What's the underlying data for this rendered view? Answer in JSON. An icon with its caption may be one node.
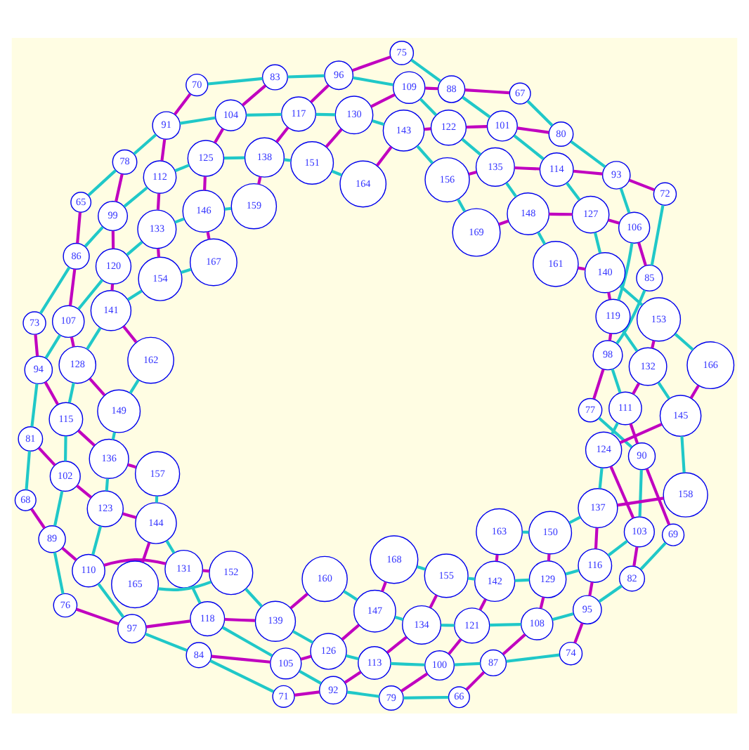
{
  "diagram": {
    "nodes": [
      {
        "text": [
          "65"
        ]
      },
      {
        "text": [
          "66"
        ]
      },
      {
        "text": [
          "67"
        ]
      },
      {
        "text": [
          "68"
        ]
      },
      {
        "text": [
          "69"
        ]
      },
      {
        "text": [
          "70"
        ]
      },
      {
        "text": [
          "71"
        ]
      },
      {
        "text": [
          "72"
        ]
      },
      {
        "text": [
          "73"
        ]
      },
      {
        "text": [
          "74"
        ]
      },
      {
        "text": [
          "75"
        ]
      },
      {
        "text": [
          "76"
        ]
      },
      {
        "text": [
          "77"
        ]
      },
      {
        "text": [
          "78"
        ]
      },
      {
        "text": [
          "79"
        ]
      },
      {
        "text": [
          "80"
        ]
      },
      {
        "text": [
          "81"
        ]
      },
      {
        "text": [
          "82"
        ]
      },
      {
        "text": [
          "83"
        ]
      },
      {
        "text": [
          "84"
        ]
      },
      {
        "text": [
          "85"
        ]
      },
      {
        "text": [
          "86"
        ]
      },
      {
        "text": [
          "87"
        ]
      },
      {
        "text": [
          "88"
        ]
      },
      {
        "text": [
          "89"
        ]
      },
      {
        "text": [
          "90"
        ]
      },
      {
        "text": [
          "91"
        ]
      },
      {
        "text": [
          "92"
        ]
      },
      {
        "text": [
          "93"
        ]
      },
      {
        "text": [
          "94"
        ]
      },
      {
        "text": [
          "95"
        ]
      },
      {
        "text": [
          "96"
        ]
      },
      {
        "text": [
          "97"
        ]
      },
      {
        "text": [
          "98"
        ]
      },
      {
        "text": [
          "99"
        ]
      },
      {
        "text": [
          "100"
        ]
      },
      {
        "text": [
          "101"
        ]
      },
      {
        "text": [
          "102"
        ]
      },
      {
        "text": [
          "103"
        ]
      },
      {
        "text": [
          "104"
        ]
      },
      {
        "text": [
          "105"
        ]
      },
      {
        "text": [
          "106"
        ]
      },
      {
        "text": [
          "107"
        ]
      },
      {
        "text": [
          "108"
        ]
      },
      {
        "text": [
          "109"
        ]
      },
      {
        "text": [
          "110"
        ]
      },
      {
        "text": [
          "111"
        ]
      },
      {
        "text": [
          "112"
        ]
      },
      {
        "text": [
          "113"
        ]
      },
      {
        "text": [
          "114"
        ]
      },
      {
        "text": [
          "115"
        ]
      },
      {
        "text": [
          "116"
        ]
      },
      {
        "text": [
          "117"
        ]
      },
      {
        "text": [
          "118"
        ]
      },
      {
        "text": [
          "119"
        ]
      },
      {
        "text": [
          "120"
        ]
      },
      {
        "text": [
          "121"
        ]
      },
      {
        "text": [
          "122"
        ]
      },
      {
        "text": [
          "123"
        ]
      },
      {
        "text": [
          "124"
        ]
      },
      {
        "text": [
          "125"
        ]
      },
      {
        "text": [
          "126"
        ]
      },
      {
        "text": [
          "127"
        ]
      },
      {
        "text": [
          "128"
        ]
      },
      {
        "text": [
          "129"
        ]
      },
      {
        "text": [
          "130"
        ]
      },
      {
        "text": [
          "131"
        ]
      },
      {
        "text": [
          "132"
        ]
      },
      {
        "text": [
          "133"
        ]
      },
      {
        "text": [
          "134"
        ]
      },
      {
        "text": [
          "135"
        ]
      },
      {
        "text": [
          "136"
        ]
      },
      {
        "text": [
          "137"
        ]
      },
      {
        "text": [
          "138"
        ]
      },
      {
        "text": [
          "139"
        ]
      },
      {
        "text": [
          "140"
        ]
      },
      {
        "text": [
          "141"
        ]
      },
      {
        "text": [
          "142"
        ]
      },
      {
        "text": [
          "143"
        ]
      },
      {
        "text": [
          "144"
        ]
      },
      {
        "text": [
          "145"
        ]
      },
      {
        "text": [
          "146"
        ]
      },
      {
        "text": [
          "147"
        ]
      },
      {
        "text": [
          "148"
        ]
      },
      {
        "text": [
          "149"
        ]
      },
      {
        "text": [
          "150"
        ]
      },
      {
        "text": [
          "151"
        ]
      },
      {
        "text": [
          "152"
        ]
      },
      {
        "text": [
          "153"
        ]
      },
      {
        "text": [
          "154"
        ]
      },
      {
        "text": [
          "155"
        ]
      },
      {
        "text": [
          "156"
        ]
      },
      {
        "text": [
          "157"
        ]
      },
      {
        "text": [
          "158"
        ]
      },
      {
        "text": [
          "159"
        ]
      },
      {
        "text": [
          "160"
        ]
      },
      {
        "text": [
          "161"
        ]
      },
      {
        "text": [
          "162"
        ]
      },
      {
        "text": [
          "163"
        ]
      },
      {
        "text": [
          "164"
        ]
      },
      {
        "text": [
          "165"
        ]
      },
      {
        "text": [
          "166"
        ]
      },
      {
        "text": [
          "167"
        ]
      },
      {
        "text": [
          "168"
        ]
      },
      {
        "text": [
          "169"
        ]
      }
    ],
    "edges": [
      {
        "from": 98,
        "to": 85,
        "arrow": "none",
        "color": "#20c8c8"
      },
      {
        "from": 98,
        "to": 77,
        "arrow": "none",
        "color": "#c000c0"
      },
      {
        "from": 85,
        "to": 64,
        "arrow": "none",
        "color": "#c000c0"
      },
      {
        "from": 85,
        "to": 72,
        "arrow": "none",
        "color": "#20c8c8"
      },
      {
        "from": 64,
        "to": 77,
        "arrow": "none",
        "color": "#20c8c8"
      },
      {
        "from": 64,
        "to": 51,
        "arrow": "none",
        "color": "#20c8c8"
      },
      {
        "from": 64,
        "to": 43,
        "arrow": "none",
        "color": "#c000c0"
      },
      {
        "from": 93,
        "to": 72,
        "arrow": "none",
        "color": "#c000c0"
      },
      {
        "from": 93,
        "to": 80,
        "arrow": "none",
        "color": "#20c8c8"
      },
      {
        "from": 72,
        "to": 59,
        "arrow": "none",
        "color": "#20c8c8"
      },
      {
        "from": 72,
        "to": 51,
        "arrow": "none",
        "color": "#c000c0"
      },
      {
        "from": 51,
        "to": 38,
        "arrow": "none",
        "color": "#20c8c8"
      },
      {
        "from": 51,
        "to": 30,
        "arrow": "none",
        "color": "#c000c0"
      },
      {
        "from": 43,
        "to": 30,
        "arrow": "none",
        "color": "#20c8c8"
      },
      {
        "from": 43,
        "to": 22,
        "arrow": "none",
        "color": "#c000c0"
      },
      {
        "from": 30,
        "to": 9,
        "arrow": "none",
        "color": "#c000c0"
      },
      {
        "from": 9,
        "to": 22,
        "arrow": "none",
        "color": "#20c8c8"
      },
      {
        "from": 101,
        "to": 80,
        "arrow": "none",
        "color": "#c000c0"
      },
      {
        "from": 101,
        "to": 88,
        "arrow": "none",
        "color": "#20c8c8"
      },
      {
        "from": 80,
        "to": 59,
        "arrow": "none",
        "color": "#c000c0"
      },
      {
        "from": 80,
        "to": 67,
        "arrow": "none",
        "color": "#20c8c8"
      },
      {
        "from": 59,
        "to": 38,
        "arrow": "none",
        "color": "#c000c0"
      },
      {
        "from": 59,
        "to": 46,
        "arrow": "none",
        "color": "#20c8c8"
      },
      {
        "from": 38,
        "to": 25,
        "arrow": "none",
        "color": "#20c8c8"
      },
      {
        "from": 38,
        "to": 17,
        "arrow": "none",
        "color": "#c000c0"
      },
      {
        "from": 30,
        "to": 17,
        "arrow": "none",
        "color": "#20c8c8"
      },
      {
        "from": 17,
        "to": 4,
        "arrow": "none",
        "color": "#20c8c8"
      },
      {
        "from": 88,
        "to": 67,
        "arrow": "none",
        "color": "#c000c0"
      },
      {
        "from": 88,
        "to": 75,
        "arrow": "none",
        "color": "#20c8c8"
      },
      {
        "from": 67,
        "to": 46,
        "arrow": "none",
        "color": "#c000c0"
      },
      {
        "from": 67,
        "to": 54,
        "arrow": "none",
        "color": "#20c8c8"
      },
      {
        "from": 46,
        "to": 25,
        "arrow": "none",
        "color": "#c000c0"
      },
      {
        "from": 46,
        "to": 33,
        "arrow": "none",
        "color": "#20c8c8"
      },
      {
        "from": 25,
        "to": 12,
        "arrow": "none",
        "color": "#20c8c8"
      },
      {
        "from": 25,
        "to": 4,
        "arrow": "none",
        "color": "#c000c0"
      },
      {
        "from": 33,
        "to": 12,
        "arrow": "none",
        "color": "#c000c0"
      },
      {
        "from": 54,
        "to": 33,
        "arrow": "none",
        "color": "#c000c0"
      },
      {
        "from": 54,
        "to": 75,
        "arrow": "none",
        "color": "#c000c0"
      },
      {
        "from": 54,
        "to": 41,
        "arrow": "none",
        "color": "#20c8c8"
      },
      {
        "from": 33,
        "to": 20,
        "arrow": "none",
        "color": "#20c8c8"
      },
      {
        "from": 20,
        "to": 41,
        "arrow": "none",
        "color": "#c000c0"
      },
      {
        "from": 20,
        "to": 7,
        "arrow": "none",
        "color": "#20c8c8"
      },
      {
        "from": 75,
        "to": 96,
        "arrow": "none",
        "color": "#c000c0"
      },
      {
        "from": 75,
        "to": 62,
        "arrow": "none",
        "color": "#20c8c8"
      },
      {
        "from": 77,
        "to": 90,
        "arrow": "none",
        "color": "#20c8c8"
      },
      {
        "from": 77,
        "to": 56,
        "arrow": "none",
        "color": "#c000c0"
      },
      {
        "from": 90,
        "to": 103,
        "arrow": "none",
        "color": "#20c8c8"
      },
      {
        "from": 90,
        "to": 69,
        "arrow": "none",
        "color": "#c000c0"
      },
      {
        "from": 103,
        "to": 82,
        "arrow": "none",
        "color": "#c000c0"
      },
      {
        "from": 56,
        "to": 69,
        "arrow": "none",
        "color": "#20c8c8"
      },
      {
        "from": 56,
        "to": 43,
        "arrow": "none",
        "color": "#20c8c8"
      },
      {
        "from": 56,
        "to": 35,
        "arrow": "none",
        "color": "#c000c0"
      },
      {
        "from": 69,
        "to": 82,
        "arrow": "none",
        "color": "#20c8c8"
      },
      {
        "from": 69,
        "to": 48,
        "arrow": "none",
        "color": "#c000c0"
      },
      {
        "from": 82,
        "to": 95,
        "arrow": "none",
        "color": "#20c8c8"
      },
      {
        "from": 82,
        "to": 61,
        "arrow": "none",
        "color": "#c000c0"
      },
      {
        "from": 22,
        "to": 35,
        "arrow": "none",
        "color": "#20c8c8"
      },
      {
        "from": 22,
        "to": 1,
        "arrow": "none",
        "color": "#c000c0"
      },
      {
        "from": 35,
        "to": 48,
        "arrow": "none",
        "color": "#20c8c8"
      },
      {
        "from": 35,
        "to": 14,
        "arrow": "none",
        "color": "#c000c0"
      },
      {
        "from": 48,
        "to": 61,
        "arrow": "none",
        "color": "#20c8c8"
      },
      {
        "from": 48,
        "to": 27,
        "arrow": "none",
        "color": "#c000c0"
      },
      {
        "from": 61,
        "to": 74,
        "arrow": "none",
        "color": "#20c8c8"
      },
      {
        "from": 61,
        "to": 40,
        "arrow": "none",
        "color": "#c000c0"
      },
      {
        "from": 95,
        "to": 74,
        "arrow": "none",
        "color": "#c000c0"
      },
      {
        "from": 1,
        "to": 14,
        "arrow": "none",
        "color": "#20c8c8"
      },
      {
        "from": 14,
        "to": 27,
        "arrow": "none",
        "color": "#20c8c8"
      },
      {
        "from": 27,
        "to": 40,
        "arrow": "none",
        "color": "#20c8c8"
      },
      {
        "from": 27,
        "to": 6,
        "arrow": "none",
        "color": "#c000c0"
      },
      {
        "from": 40,
        "to": 53,
        "arrow": "none",
        "color": "#20c8c8"
      },
      {
        "from": 40,
        "to": 19,
        "arrow": "none",
        "color": "#c000c0"
      },
      {
        "from": 74,
        "to": 53,
        "arrow": "none",
        "color": "#c000c0"
      },
      {
        "from": 74,
        "to": 87,
        "arrow": "none",
        "color": "#20c8c8"
      },
      {
        "from": 6,
        "to": 19,
        "arrow": "none",
        "color": "#20c8c8"
      },
      {
        "from": 19,
        "to": 32,
        "arrow": "none",
        "color": "#20c8c8"
      },
      {
        "from": 53,
        "to": 32,
        "arrow": "none",
        "color": "#c000c0"
      },
      {
        "from": 53,
        "to": 66,
        "arrow": "none",
        "color": "#20c8c8"
      },
      {
        "from": 87,
        "to": 66,
        "arrow": "none",
        "color": "#c000c0"
      },
      {
        "from": 87,
        "to": 100,
        "arrow": "none",
        "color": "#20c8c8"
      },
      {
        "from": 32,
        "to": 11,
        "arrow": "none",
        "color": "#c000c0"
      },
      {
        "from": 32,
        "to": 45,
        "arrow": "none",
        "color": "#20c8c8"
      },
      {
        "from": 66,
        "to": 45,
        "arrow": "none",
        "color": "#c000c0"
      },
      {
        "from": 66,
        "to": 79,
        "arrow": "none",
        "color": "#20c8c8"
      },
      {
        "from": 100,
        "to": 79,
        "arrow": "none",
        "color": "#c000c0"
      },
      {
        "from": 11,
        "to": 24,
        "arrow": "none",
        "color": "#20c8c8"
      },
      {
        "from": 45,
        "to": 24,
        "arrow": "none",
        "color": "#c000c0"
      },
      {
        "from": 45,
        "to": 58,
        "arrow": "none",
        "color": "#20c8c8"
      },
      {
        "from": 79,
        "to": 58,
        "arrow": "none",
        "color": "#c000c0"
      },
      {
        "from": 79,
        "to": 92,
        "arrow": "none",
        "color": "#20c8c8"
      },
      {
        "from": 24,
        "to": 3,
        "arrow": "none",
        "color": "#c000c0"
      },
      {
        "from": 24,
        "to": 37,
        "arrow": "none",
        "color": "#20c8c8"
      },
      {
        "from": 3,
        "to": 16,
        "arrow": "none",
        "color": "#20c8c8"
      },
      {
        "from": 58,
        "to": 37,
        "arrow": "none",
        "color": "#c000c0"
      },
      {
        "from": 58,
        "to": 71,
        "arrow": "none",
        "color": "#20c8c8"
      },
      {
        "from": 92,
        "to": 71,
        "arrow": "none",
        "color": "#c000c0"
      },
      {
        "from": 16,
        "to": 37,
        "arrow": "none",
        "color": "#c000c0"
      },
      {
        "from": 16,
        "to": 29,
        "arrow": "none",
        "color": "#20c8c8"
      },
      {
        "from": 37,
        "to": 50,
        "arrow": "none",
        "color": "#20c8c8"
      },
      {
        "from": 71,
        "to": 50,
        "arrow": "none",
        "color": "#c000c0"
      },
      {
        "from": 71,
        "to": 84,
        "arrow": "none",
        "color": "#20c8c8"
      },
      {
        "from": 8,
        "to": 29,
        "arrow": "none",
        "color": "#c000c0"
      },
      {
        "from": 8,
        "to": 21,
        "arrow": "none",
        "color": "#20c8c8"
      },
      {
        "from": 29,
        "to": 50,
        "arrow": "none",
        "color": "#c000c0"
      },
      {
        "from": 29,
        "to": 42,
        "arrow": "none",
        "color": "#20c8c8"
      },
      {
        "from": 50,
        "to": 63,
        "arrow": "none",
        "color": "#20c8c8"
      },
      {
        "from": 0,
        "to": 21,
        "arrow": "none",
        "color": "#c000c0"
      },
      {
        "from": 0,
        "to": 13,
        "arrow": "none",
        "color": "#20c8c8"
      },
      {
        "from": 21,
        "to": 42,
        "arrow": "none",
        "color": "#c000c0"
      },
      {
        "from": 21,
        "to": 34,
        "arrow": "none",
        "color": "#20c8c8"
      },
      {
        "from": 42,
        "to": 63,
        "arrow": "none",
        "color": "#c000c0"
      },
      {
        "from": 42,
        "to": 55,
        "arrow": "none",
        "color": "#20c8c8"
      },
      {
        "from": 63,
        "to": 84,
        "arrow": "none",
        "color": "#c000c0"
      },
      {
        "from": 63,
        "to": 76,
        "arrow": "none",
        "color": "#20c8c8"
      },
      {
        "from": 84,
        "to": 97,
        "arrow": "none",
        "color": "#20c8c8"
      },
      {
        "from": 5,
        "to": 26,
        "arrow": "none",
        "color": "#c000c0"
      },
      {
        "from": 13,
        "to": 26,
        "arrow": "none",
        "color": "#20c8c8"
      },
      {
        "from": 13,
        "to": 34,
        "arrow": "none",
        "color": "#c000c0"
      },
      {
        "from": 26,
        "to": 47,
        "arrow": "none",
        "color": "#c000c0"
      },
      {
        "from": 26,
        "to": 39,
        "arrow": "none",
        "color": "#20c8c8"
      },
      {
        "from": 34,
        "to": 47,
        "arrow": "none",
        "color": "#20c8c8"
      },
      {
        "from": 34,
        "to": 55,
        "arrow": "none",
        "color": "#c000c0"
      },
      {
        "from": 55,
        "to": 76,
        "arrow": "none",
        "color": "#c000c0"
      },
      {
        "from": 55,
        "to": 68,
        "arrow": "none",
        "color": "#20c8c8"
      },
      {
        "from": 47,
        "to": 60,
        "arrow": "none",
        "color": "#20c8c8"
      },
      {
        "from": 47,
        "to": 68,
        "arrow": "none",
        "color": "#c000c0"
      },
      {
        "from": 76,
        "to": 97,
        "arrow": "none",
        "color": "#c000c0"
      },
      {
        "from": 76,
        "to": 89,
        "arrow": "none",
        "color": "#20c8c8"
      },
      {
        "from": 60,
        "to": 81,
        "arrow": "none",
        "color": "#c000c0"
      },
      {
        "from": 68,
        "to": 81,
        "arrow": "none",
        "color": "#20c8c8"
      },
      {
        "from": 68,
        "to": 89,
        "arrow": "none",
        "color": "#c000c0"
      },
      {
        "from": 81,
        "to": 102,
        "arrow": "none",
        "color": "#c000c0"
      },
      {
        "from": 89,
        "to": 102,
        "arrow": "none",
        "color": "#20c8c8"
      },
      {
        "from": 94,
        "to": 81,
        "arrow": "none",
        "color": "#20c8c8"
      },
      {
        "from": 96,
        "to": 83,
        "arrow": "none",
        "color": "#20c8c8"
      },
      {
        "from": 62,
        "to": 41,
        "arrow": "none",
        "color": "#c000c0"
      },
      {
        "from": 62,
        "to": 83,
        "arrow": "none",
        "color": "#c000c0"
      },
      {
        "from": 62,
        "to": 49,
        "arrow": "none",
        "color": "#20c8c8"
      },
      {
        "from": 41,
        "to": 28,
        "arrow": "none",
        "color": "#20c8c8"
      },
      {
        "from": 28,
        "to": 7,
        "arrow": "none",
        "color": "#c000c0"
      },
      {
        "from": 28,
        "to": 49,
        "arrow": "none",
        "color": "#c000c0"
      },
      {
        "from": 28,
        "to": 15,
        "arrow": "none",
        "color": "#20c8c8"
      },
      {
        "from": 83,
        "to": 104,
        "arrow": "none",
        "color": "#c000c0"
      },
      {
        "from": 83,
        "to": 70,
        "arrow": "none",
        "color": "#20c8c8"
      },
      {
        "from": 49,
        "to": 70,
        "arrow": "none",
        "color": "#c000c0"
      },
      {
        "from": 49,
        "to": 36,
        "arrow": "none",
        "color": "#20c8c8"
      },
      {
        "from": 15,
        "to": 36,
        "arrow": "none",
        "color": "#c000c0"
      },
      {
        "from": 15,
        "to": 2,
        "arrow": "none",
        "color": "#20c8c8"
      },
      {
        "from": 2,
        "to": 23,
        "arrow": "none",
        "color": "#c000c0"
      },
      {
        "from": 36,
        "to": 23,
        "arrow": "none",
        "color": "#20c8c8"
      },
      {
        "from": 36,
        "to": 57,
        "arrow": "none",
        "color": "#c000c0"
      },
      {
        "from": 104,
        "to": 91,
        "arrow": "none",
        "color": "#20c8c8"
      },
      {
        "from": 70,
        "to": 91,
        "arrow": "none",
        "color": "#c000c0"
      },
      {
        "from": 70,
        "to": 57,
        "arrow": "none",
        "color": "#20c8c8"
      },
      {
        "from": 23,
        "to": 44,
        "arrow": "none",
        "color": "#c000c0"
      },
      {
        "from": 23,
        "to": 10,
        "arrow": "none",
        "color": "#20c8c8"
      },
      {
        "from": 10,
        "to": 31,
        "arrow": "none",
        "color": "#c000c0"
      },
      {
        "from": 57,
        "to": 44,
        "arrow": "none",
        "color": "#20c8c8"
      },
      {
        "from": 57,
        "to": 78,
        "arrow": "none",
        "color": "#c000c0"
      },
      {
        "from": 91,
        "to": 78,
        "arrow": "none",
        "color": "#20c8c8"
      },
      {
        "from": 44,
        "to": 31,
        "arrow": "none",
        "color": "#20c8c8"
      },
      {
        "from": 44,
        "to": 65,
        "arrow": "none",
        "color": "#c000c0"
      },
      {
        "from": 31,
        "to": 18,
        "arrow": "none",
        "color": "#20c8c8"
      },
      {
        "from": 31,
        "to": 52,
        "arrow": "none",
        "color": "#c000c0"
      },
      {
        "from": 18,
        "to": 5,
        "arrow": "none",
        "color": "#20c8c8"
      },
      {
        "from": 18,
        "to": 39,
        "arrow": "none",
        "color": "#c000c0"
      },
      {
        "from": 78,
        "to": 65,
        "arrow": "none",
        "color": "#20c8c8"
      },
      {
        "from": 78,
        "to": 99,
        "arrow": "none",
        "color": "#c000c0"
      },
      {
        "from": 65,
        "to": 52,
        "arrow": "none",
        "color": "#20c8c8"
      },
      {
        "from": 65,
        "to": 86,
        "arrow": "none",
        "color": "#c000c0"
      },
      {
        "from": 52,
        "to": 39,
        "arrow": "none",
        "color": "#20c8c8"
      },
      {
        "from": 52,
        "to": 73,
        "arrow": "none",
        "color": "#c000c0"
      },
      {
        "from": 39,
        "to": 60,
        "arrow": "none",
        "color": "#c000c0"
      },
      {
        "from": 99,
        "to": 86,
        "arrow": "none",
        "color": "#20c8c8"
      },
      {
        "from": 86,
        "to": 73,
        "arrow": "none",
        "color": "#20c8c8"
      },
      {
        "from": 73,
        "to": 60,
        "arrow": "none",
        "color": "#20c8c8"
      },
      {
        "from": 73,
        "to": 94,
        "arrow": "none",
        "color": "#c000c0"
      }
    ]
  }
}
